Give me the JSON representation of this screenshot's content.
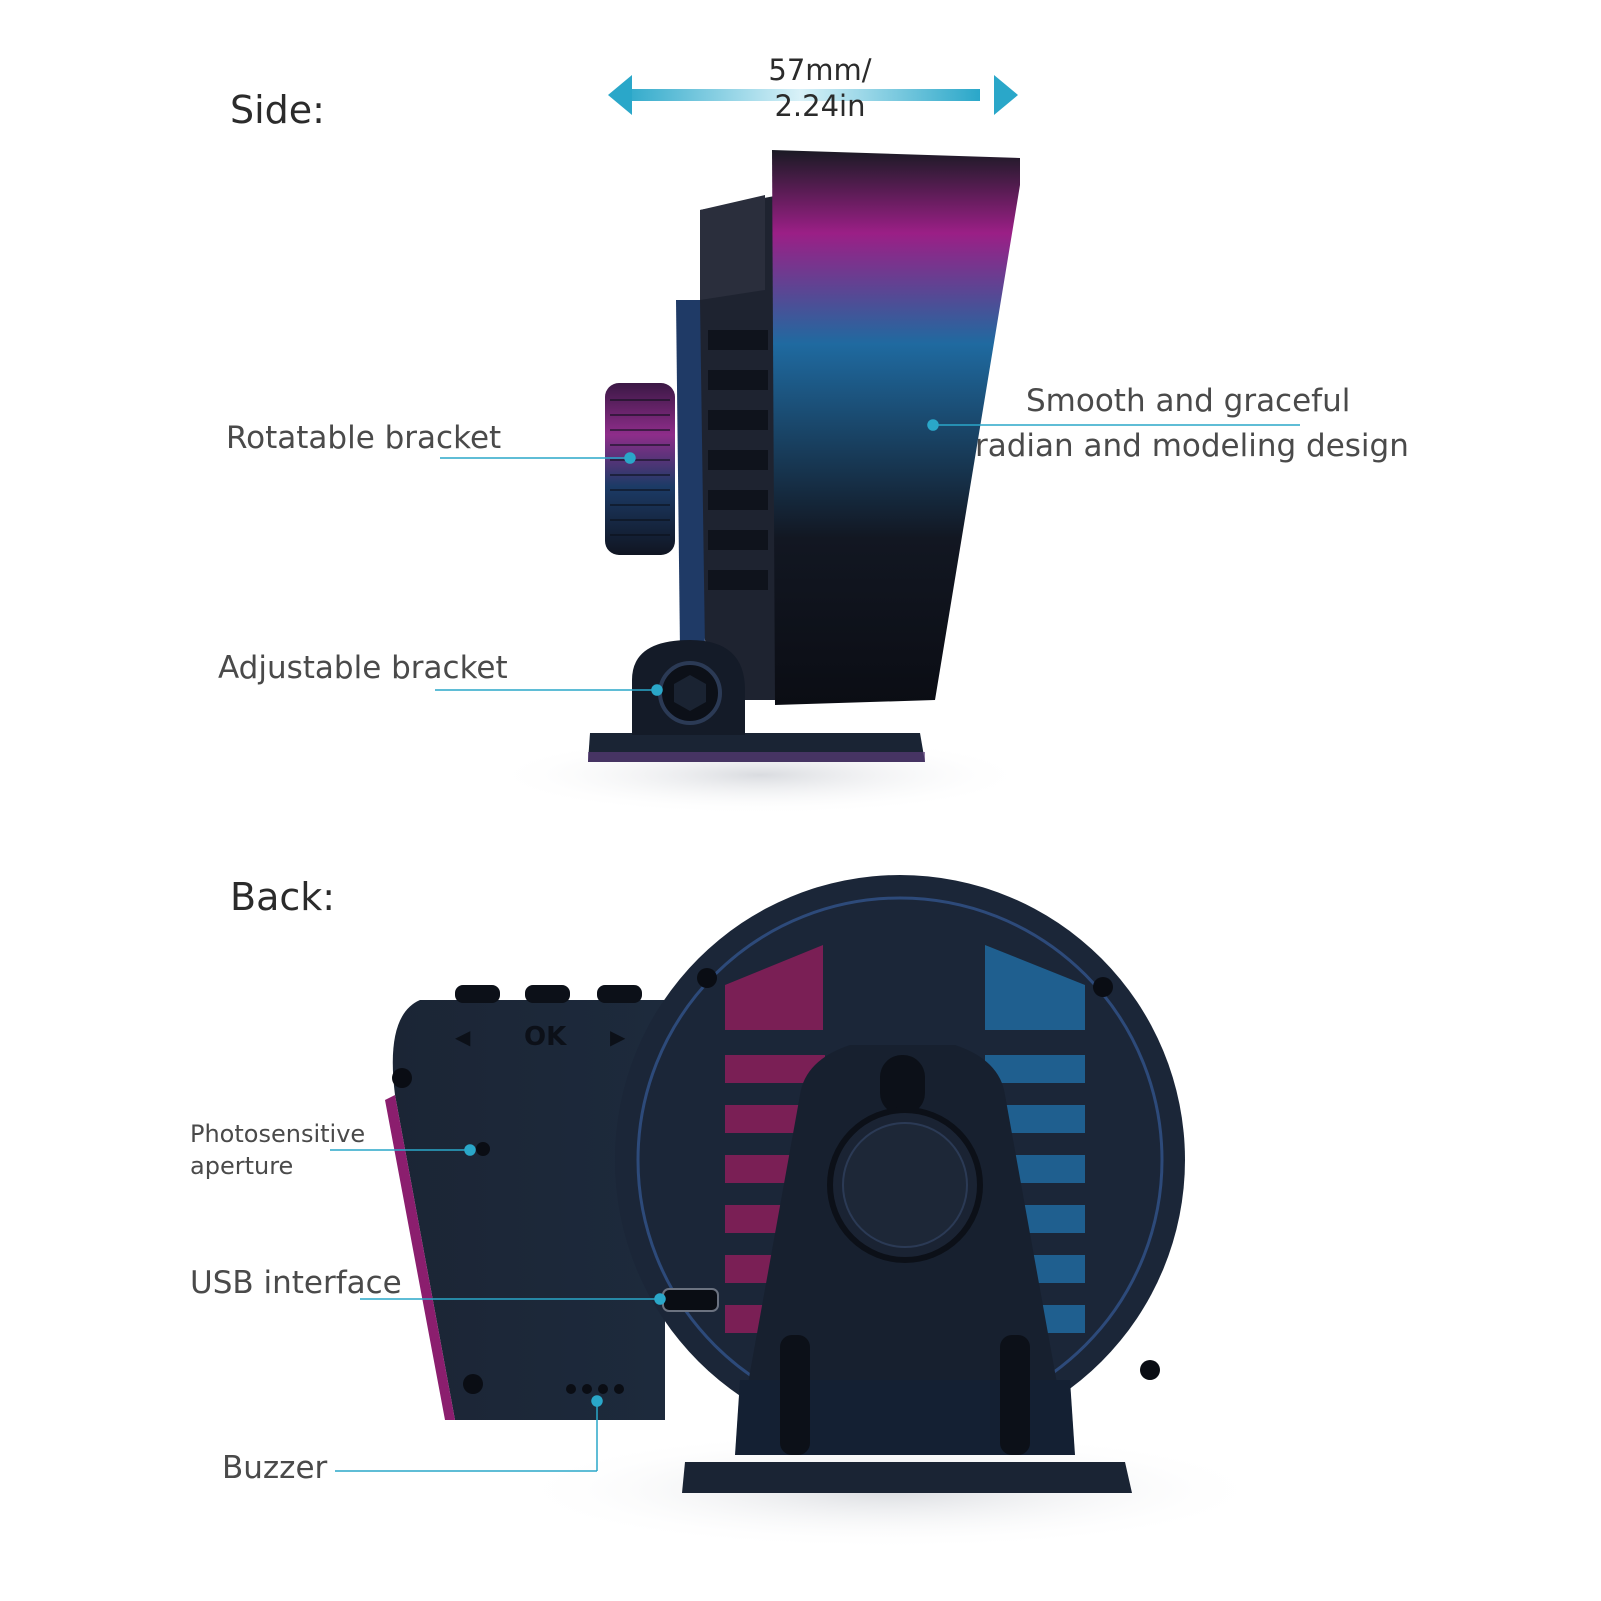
{
  "side": {
    "title": "Side:",
    "dimension": {
      "line1": "57mm/",
      "line2": "2.24in"
    },
    "callouts": {
      "rotatable": "Rotatable bracket",
      "adjustable": "Adjustable bracket",
      "design_line1": "Smooth and graceful",
      "design_line2": "radian and modeling design"
    }
  },
  "back": {
    "title": "Back:",
    "buttons": {
      "left": "◀",
      "ok": "OK",
      "right": "▶"
    },
    "callouts": {
      "photo_line1": "Photosensitive",
      "photo_line2": "aperture",
      "usb": "USB interface",
      "buzzer": "Buzzer"
    }
  },
  "colors": {
    "accent": "#2aa7c9",
    "body": "#1b2433",
    "magenta": "#8b1e6e",
    "blue": "#1f5f8f"
  }
}
